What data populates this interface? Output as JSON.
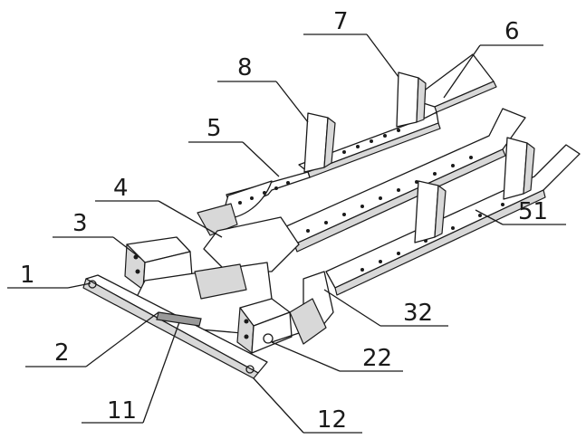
{
  "labels": {
    "l1": "1",
    "l2": "2",
    "l3": "3",
    "l4": "4",
    "l5": "5",
    "l6": "6",
    "l7": "7",
    "l8": "8",
    "l11": "11",
    "l12": "12",
    "l22": "22",
    "l32": "32",
    "l51": "51"
  }
}
